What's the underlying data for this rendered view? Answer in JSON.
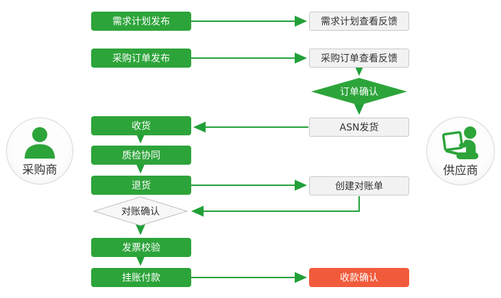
{
  "colors": {
    "green": "#2da43a",
    "connector_green": "#21a038",
    "red": "#f15a3b",
    "neutral_box_bg": "#f2f2f2",
    "neutral_box_border": "#c9c9c9"
  },
  "actors": {
    "buyer": {
      "label": "采购商",
      "icon": "person-icon"
    },
    "supplier": {
      "label": "供应商",
      "icon": "person-laptop-icon"
    }
  },
  "buyer_steps": {
    "demand_plan_publish": "需求计划发布",
    "po_publish": "采购订单发布",
    "receive_goods": "收货",
    "quality_collab": "质检协同",
    "return_goods": "退货",
    "reconcile_confirm": "对账确认",
    "invoice_verify": "发票校验",
    "book_payment": "挂账付款"
  },
  "supplier_steps": {
    "demand_plan_feedback": "需求计划查看反馈",
    "po_feedback": "采购订单查看反馈",
    "order_confirm": "订单确认",
    "asn_ship": "ASN发货",
    "create_statement": "创建对账单",
    "receipt_confirm": "收款确认"
  }
}
